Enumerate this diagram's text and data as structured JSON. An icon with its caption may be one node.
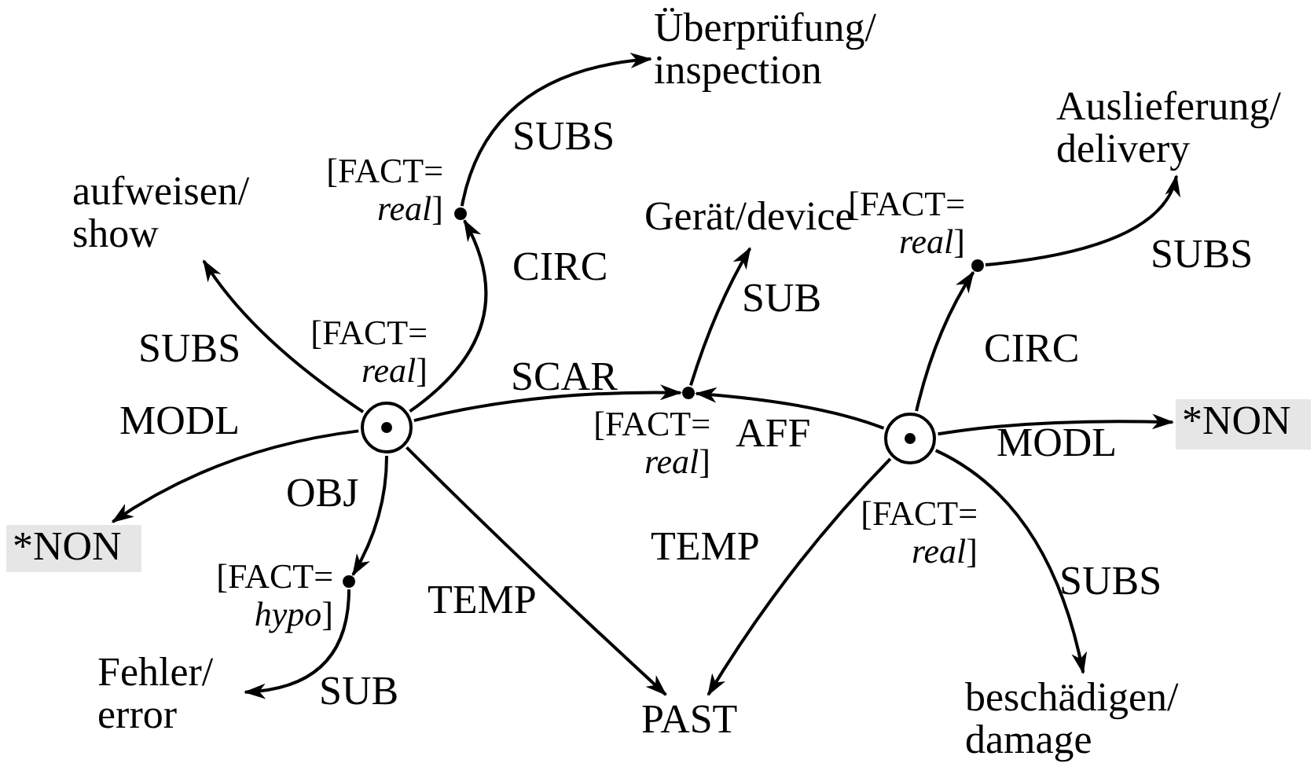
{
  "diagram": {
    "nodes": [
      {
        "text": [
          "Überprüfung/ inspection"
        ]
      },
      {
        "text": [
          "Auslieferung/ delivery"
        ]
      },
      {
        "text": [
          "aufweisen/ show"
        ]
      },
      {
        "text": [],
        "shape": "dot",
        "beside": [
          "[FACT= *real*]"
        ]
      },
      {
        "text": [
          "Gerät/device"
        ]
      },
      {
        "text": [],
        "shape": "dot",
        "beside": [
          "[FACT= *real*]"
        ]
      },
      {
        "text": [],
        "shape": "circle",
        "beside": [
          "[FACT= *real*]"
        ]
      },
      {
        "text": [],
        "shape": "dot",
        "beside": [
          "[FACT= *real*]"
        ]
      },
      {
        "text": [],
        "shape": "circle",
        "beside": [
          "[FACT= *real*]"
        ]
      },
      {
        "text": [
          "*NON"
        ]
      },
      {
        "text": [
          "*NON"
        ]
      },
      {
        "text": [],
        "shape": "dot",
        "beside": [
          "[FACT= *hypo*]"
        ]
      },
      {
        "text": [
          "Fehler/ error"
        ]
      },
      {
        "text": [
          "PAST"
        ]
      },
      {
        "text": [
          "beschädigen/ damage"
        ]
      }
    ],
    "edges": [
      {
        "from": 6,
        "to": 2,
        "arrow": "to",
        "label": "SUBS"
      },
      {
        "from": 6,
        "to": 3,
        "arrow": "to",
        "label": "CIRC"
      },
      {
        "from": 3,
        "to": 0,
        "arrow": "to",
        "label": "SUBS"
      },
      {
        "from": 6,
        "to": 7,
        "arrow": "to",
        "label": "SCAR"
      },
      {
        "from": 8,
        "to": 7,
        "arrow": "to",
        "label": "AFF"
      },
      {
        "from": 7,
        "to": 4,
        "arrow": "to",
        "label": "SUB"
      },
      {
        "from": 6,
        "to": 10,
        "arrow": "to",
        "label": "MODL"
      },
      {
        "from": 6,
        "to": 11,
        "arrow": "to",
        "label": "OBJ"
      },
      {
        "from": 11,
        "to": 12,
        "arrow": "to",
        "label": "SUB"
      },
      {
        "from": 6,
        "to": 13,
        "arrow": "to",
        "label": "TEMP"
      },
      {
        "from": 8,
        "to": 13,
        "arrow": "to",
        "label": "TEMP"
      },
      {
        "from": 8,
        "to": 5,
        "arrow": "to",
        "label": "CIRC"
      },
      {
        "from": 5,
        "to": 1,
        "arrow": "to",
        "label": "SUBS"
      },
      {
        "from": 8,
        "to": 9,
        "arrow": "to",
        "label": "MODL"
      },
      {
        "from": 8,
        "to": 14,
        "arrow": "to",
        "label": "SUBS"
      }
    ]
  }
}
